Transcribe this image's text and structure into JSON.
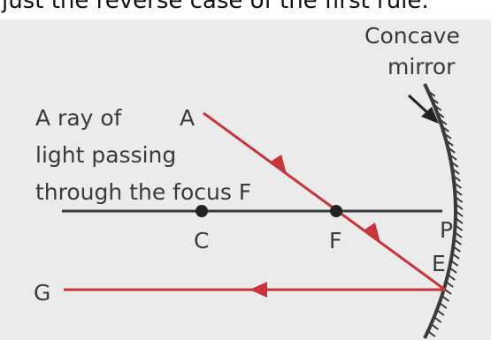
{
  "caption": "just the reverse case of the first rule.",
  "diagram": {
    "mirror_label_line1": "Concave",
    "mirror_label_line2": "mirror",
    "ray_label_line1": "A ray of",
    "ray_label_line2": "light passing",
    "ray_label_line3": "through the focus F",
    "point_a": "A",
    "point_c": "C",
    "point_f": "F",
    "point_p": "P",
    "point_e": "E",
    "point_g": "G",
    "ray_color": "#c8343c",
    "axis_color": "#3a3a3a"
  }
}
